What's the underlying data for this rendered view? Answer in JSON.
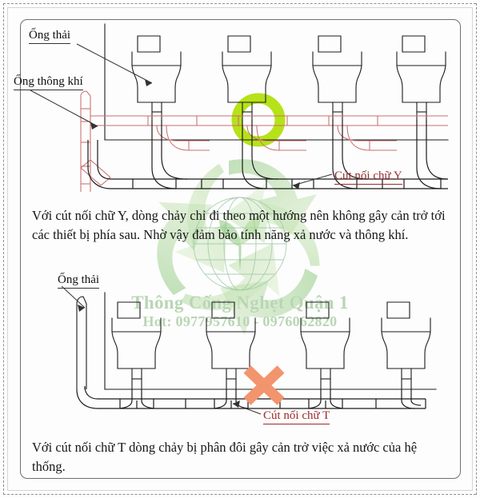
{
  "document": {
    "type": "plumbing-diagram-infographic",
    "language": "vi"
  },
  "watermark": {
    "title": "Thông Cống Nghẹt Quận 1",
    "phone": "Hot: 0977957610 - 0976062820",
    "color": "#b9d6b4",
    "logo_name": "recycling-leaves-globe-logo"
  },
  "diagram_top": {
    "labels": {
      "waste_pipe": "Ống thải",
      "vent_pipe": "Ống thông khí",
      "fitting": "Cút nối chữ Y"
    },
    "highlight": {
      "shape": "ring",
      "color": "#b6e219"
    },
    "fixture_count": 4,
    "fixture_name": "toilet"
  },
  "paragraph_top": "Với cút nối chữ Y, dòng chảy chỉ đi theo một hướng nên không gây cản trở tới các thiết bị phía sau. Nhờ vậy đảm bảo tính năng xả nước và thông khí.",
  "diagram_bottom": {
    "labels": {
      "waste_pipe": "Ống thải",
      "fitting": "Cút nối chữ T"
    },
    "marker": {
      "shape": "cross-x",
      "color": "#f2956e"
    },
    "fixture_count": 4,
    "fixture_name": "toilet"
  },
  "paragraph_bottom": "Với cút nối chữ T dòng chảy bị phân đôi gây cản trở việc xả nước của hệ thống.",
  "colors": {
    "line_black": "#1b1b1b",
    "line_red": "#c86f6f",
    "label_red": "#9c2b2b",
    "frame": "#6f6f6f",
    "background": "#fdfdfd"
  }
}
